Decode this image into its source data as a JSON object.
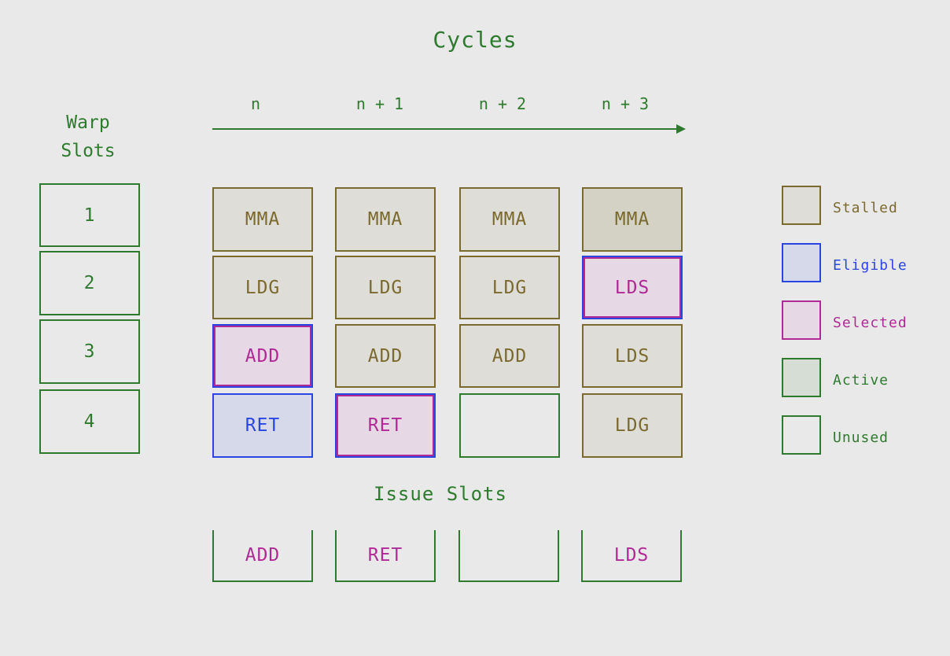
{
  "title": "Cycles",
  "cycles": [
    "n",
    "n + 1",
    "n + 2",
    "n + 3"
  ],
  "warp_title_line1": "Warp",
  "warp_title_line2": "Slots",
  "warp_slots": [
    "1",
    "2",
    "3",
    "4"
  ],
  "grid": [
    [
      {
        "label": "MMA",
        "state": "stalled"
      },
      {
        "label": "MMA",
        "state": "stalled"
      },
      {
        "label": "MMA",
        "state": "stalled"
      },
      {
        "label": "MMA",
        "state": "stalled-dark"
      }
    ],
    [
      {
        "label": "LDG",
        "state": "stalled"
      },
      {
        "label": "LDG",
        "state": "stalled"
      },
      {
        "label": "LDG",
        "state": "stalled"
      },
      {
        "label": "LDS",
        "state": "selected"
      }
    ],
    [
      {
        "label": "ADD",
        "state": "selected"
      },
      {
        "label": "ADD",
        "state": "stalled"
      },
      {
        "label": "ADD",
        "state": "stalled"
      },
      {
        "label": "LDS",
        "state": "stalled"
      }
    ],
    [
      {
        "label": "RET",
        "state": "eligible"
      },
      {
        "label": "RET",
        "state": "selected"
      },
      {
        "label": "",
        "state": "unused"
      },
      {
        "label": "LDG",
        "state": "stalled"
      }
    ]
  ],
  "issue_title": "Issue Slots",
  "issue_slots": [
    "ADD",
    "RET",
    "",
    "LDS"
  ],
  "legend": [
    {
      "label": "Stalled",
      "key": "stalled",
      "color": "#7a6a2e"
    },
    {
      "label": "Eligible",
      "key": "eligible",
      "color": "#2b46e0"
    },
    {
      "label": "Selected",
      "key": "selected",
      "color": "#b02a96"
    },
    {
      "label": "Active",
      "key": "active",
      "color": "#2e7a2e"
    },
    {
      "label": "Unused",
      "key": "unused",
      "color": "#2e7a2e"
    }
  ],
  "colors": {
    "background": "#e9e9e9",
    "green": "#2e7a2e",
    "olive": "#7a6a2e",
    "blue": "#2b46e0",
    "magenta": "#b02a96"
  }
}
